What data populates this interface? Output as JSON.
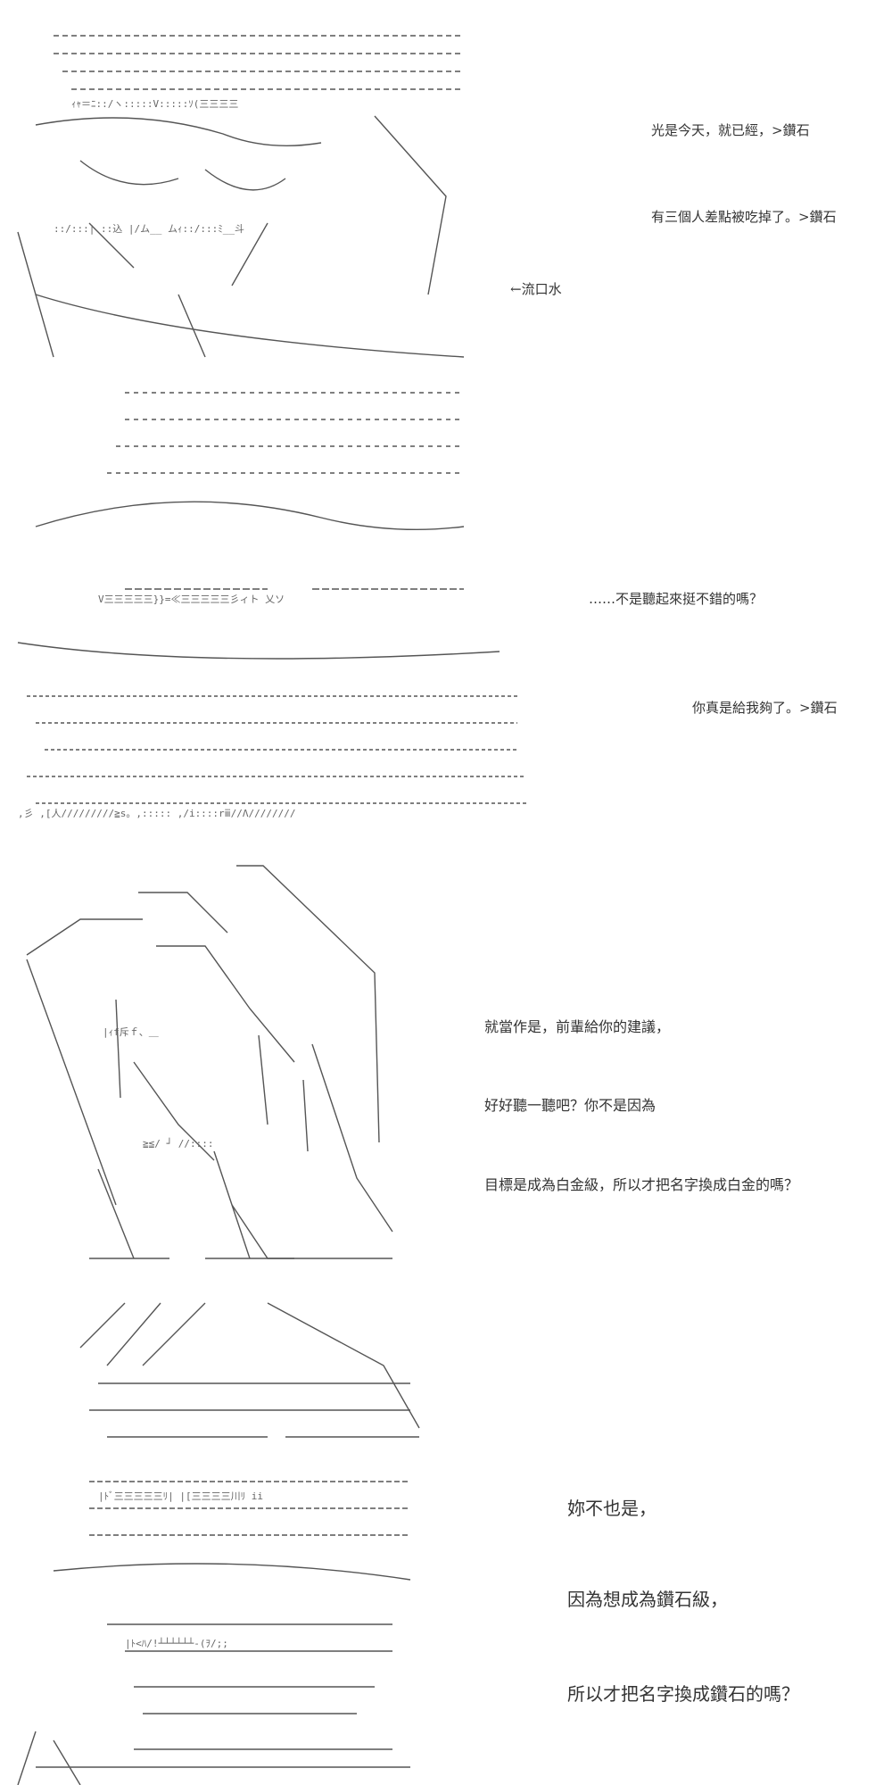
{
  "panels": [
    {
      "id": "panel-1",
      "lines": [
        {
          "text": "光是今天，就已經，>鑽石"
        },
        {
          "text": "有三個人差點被吃掉了。>鑽石"
        },
        {
          "text": "←流口水"
        }
      ]
    },
    {
      "id": "panel-2",
      "lines": [
        {
          "text": "……不是聽起來挺不錯的嗎？"
        },
        {
          "text": "你真是給我夠了。>鑽石"
        }
      ]
    },
    {
      "id": "panel-3",
      "lines": [
        {
          "text": "就當作是，前輩給你的建議，"
        },
        {
          "text": "好好聽一聽吧？你不是因為"
        },
        {
          "text": "目標是成為白金級，所以才把名字換成白金的嗎？"
        }
      ]
    },
    {
      "id": "panel-4",
      "lines": [
        {
          "text": "妳不也是，"
        },
        {
          "text": "因為想成為鑽石級，"
        },
        {
          "text": "所以才把名字換成鑽石的嗎？"
        }
      ]
    }
  ]
}
